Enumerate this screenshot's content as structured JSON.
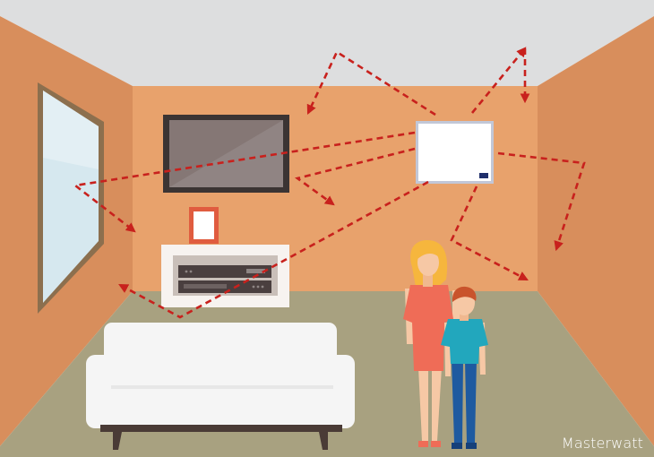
{
  "watermark": "Masterwatt",
  "colors": {
    "ceiling": "#dddedf",
    "back_wall": "#e8a26c",
    "side_wall": "#d88e5c",
    "floor": "#a8a180",
    "heat_rays": "#c8211d",
    "window_frame": "#8c6f4e",
    "window_glass": "#d6e8ef",
    "tv_frame": "#3b3433",
    "tv_screen": "#857775",
    "heater_panel": "#ffffff",
    "heater_border": "#c2c7d7",
    "heater_badge": "#1f2f6b",
    "photo_frame": "#e05c3f",
    "tv_unit": "#f7f3f0",
    "tv_unit_inner": "#c9bfb9",
    "devices": "#4a3f3f",
    "sofa": "#f5f5f5",
    "sofa_legs": "#4a3b36",
    "woman_dress": "#ef6c57",
    "woman_hair": "#f6b63d",
    "skin": "#f6c8a5",
    "boy_shirt": "#22a7bd",
    "boy_pants": "#1e5aa0",
    "boy_hair": "#c9542c"
  },
  "icons": {
    "heater": "infrared-heater-panel",
    "tv": "wall-tv",
    "window": "window",
    "sofa": "sofa",
    "frame": "picture-frame"
  }
}
